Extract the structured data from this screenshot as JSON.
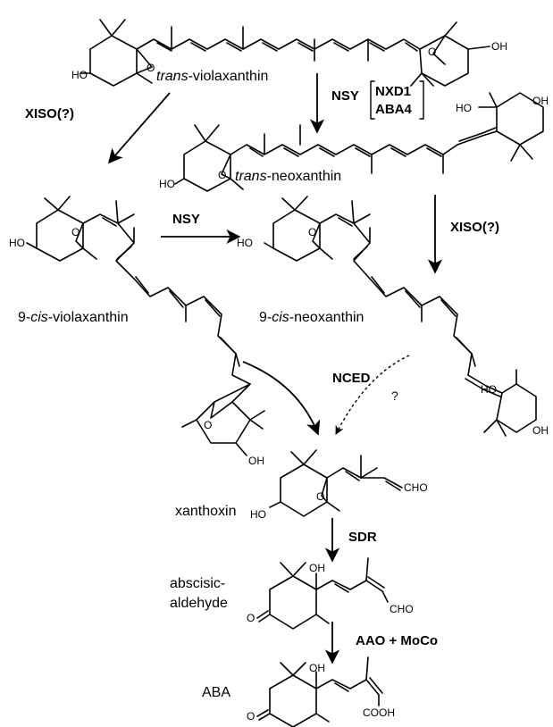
{
  "compounds": {
    "trans_violaxanthin": {
      "prefix": "trans",
      "suffix": "-violaxanthin"
    },
    "trans_neoxanthin": {
      "prefix": "trans",
      "suffix": "-neoxanthin"
    },
    "cis9_violaxanthin": {
      "prefix_num": "9-",
      "prefix": "cis",
      "suffix": "-violaxanthin"
    },
    "cis9_neoxanthin": {
      "prefix_num": "9-",
      "prefix": "cis",
      "suffix": "-neoxanthin"
    },
    "xanthoxin": "xanthoxin",
    "abscisic_aldehyde_line1": "abscisic-",
    "abscisic_aldehyde_line2": "aldehyde",
    "aba": "ABA"
  },
  "enzymes": {
    "xiso_left": "XISO(?)",
    "nsy_top": "NSY",
    "nxd1": "NXD1",
    "aba4": "ABA4",
    "nsy_middle": "NSY",
    "xiso_right": "XISO(?)",
    "nced": "NCED",
    "unknown_step": "?",
    "sdr": "SDR",
    "aao_moco": "AAO + MoCo"
  },
  "atoms": {
    "oh": "OH",
    "ho": "HO",
    "o": "O",
    "cho": "CHO",
    "cooh": "COOH"
  },
  "colors": {
    "ink": "#000000",
    "background": "#ffffff"
  }
}
